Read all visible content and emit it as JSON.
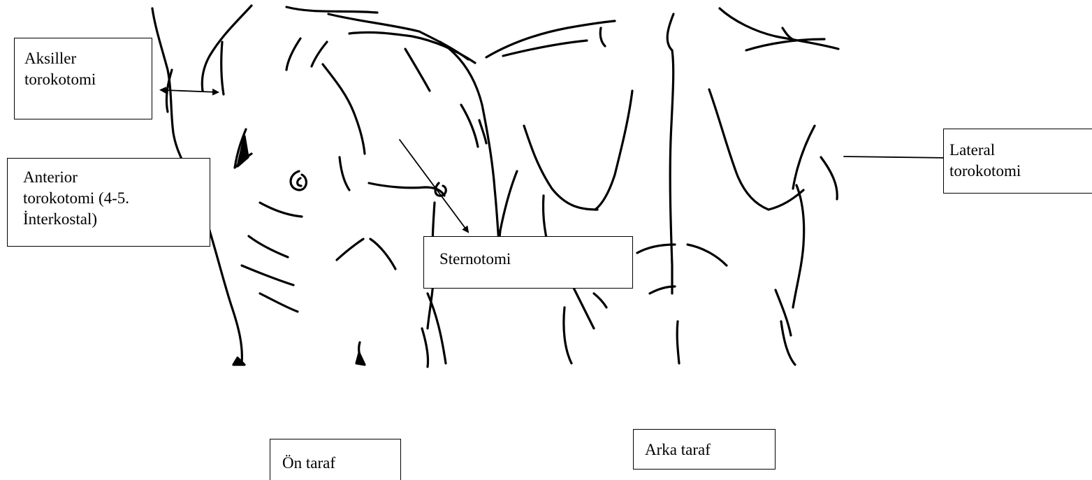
{
  "labels": {
    "aksiller": "Aksiller\ntorokotomi",
    "anterior": "Anterior\ntorokotomi (4-5.\nİnterkostal)",
    "sternotomi": "Sternotomi",
    "lateral": "Lateral\ntorokotomi",
    "on_taraf": "Ön taraf",
    "arka_taraf": "Arka taraf"
  },
  "colors": {
    "line": "#000000",
    "background": "#ffffff"
  }
}
